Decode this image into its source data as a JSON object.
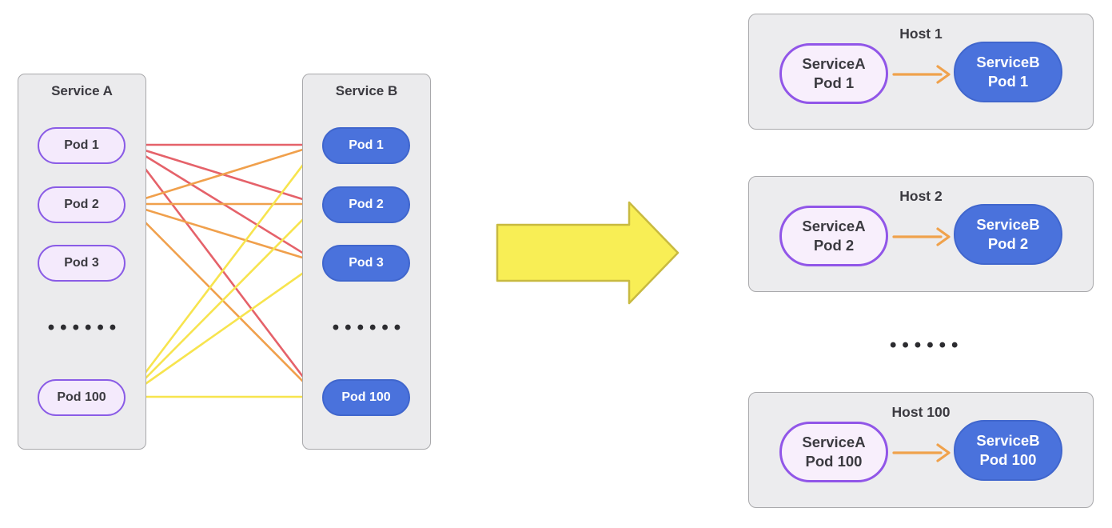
{
  "service_a": {
    "title": "Service A",
    "pods": [
      "Pod 1",
      "Pod 2",
      "Pod 3",
      "Pod 100"
    ],
    "ellipsis": "••••••"
  },
  "service_b": {
    "title": "Service B",
    "pods": [
      "Pod 1",
      "Pod 2",
      "Pod 3",
      "Pod 100"
    ],
    "ellipsis": "••••••"
  },
  "hosts": {
    "ellipsis": "••••••",
    "items": [
      {
        "title": "Host 1",
        "pod_a": {
          "service": "ServiceA",
          "pod": "Pod 1"
        },
        "pod_b": {
          "service": "ServiceB",
          "pod": "Pod 1"
        }
      },
      {
        "title": "Host 2",
        "pod_a": {
          "service": "ServiceA",
          "pod": "Pod 2"
        },
        "pod_b": {
          "service": "ServiceB",
          "pod": "Pod 2"
        }
      },
      {
        "title": "Host 100",
        "pod_a": {
          "service": "ServiceA",
          "pod": "Pod 100"
        },
        "pod_b": {
          "service": "ServiceB",
          "pod": "Pod 100"
        }
      }
    ]
  },
  "colors": {
    "panel_fill": "#ebebed",
    "panel_border": "#a8a8ab",
    "pod_a_fill": "#f4eafc",
    "pod_a_border": "#8a5ce6",
    "pod_b_fill": "#4a72dc",
    "edge_from_pod1": "#e5626a",
    "edge_from_pod2": "#f0a04c",
    "edge_from_pod100": "#f7e44e",
    "big_arrow_fill": "#f8ee55",
    "big_arrow_stroke": "#c8ba40",
    "host_arrow": "#f0a24c",
    "text_dark": "#3b3a40"
  },
  "connections": {
    "edges": [
      {
        "from": "a-pod-1",
        "to": "b-pod-1",
        "color": "#e5626a"
      },
      {
        "from": "a-pod-1",
        "to": "b-pod-2",
        "color": "#e5626a"
      },
      {
        "from": "a-pod-1",
        "to": "b-pod-3",
        "color": "#e5626a"
      },
      {
        "from": "a-pod-1",
        "to": "b-pod-100",
        "color": "#e5626a"
      },
      {
        "from": "a-pod-2",
        "to": "b-pod-1",
        "color": "#f0a04c"
      },
      {
        "from": "a-pod-2",
        "to": "b-pod-2",
        "color": "#f0a04c"
      },
      {
        "from": "a-pod-2",
        "to": "b-pod-3",
        "color": "#f0a04c"
      },
      {
        "from": "a-pod-2",
        "to": "b-pod-100",
        "color": "#f0a04c"
      },
      {
        "from": "a-pod-100",
        "to": "b-pod-1",
        "color": "#f7e44e"
      },
      {
        "from": "a-pod-100",
        "to": "b-pod-2",
        "color": "#f7e44e"
      },
      {
        "from": "a-pod-100",
        "to": "b-pod-3",
        "color": "#f7e44e"
      },
      {
        "from": "a-pod-100",
        "to": "b-pod-100",
        "color": "#f7e44e"
      }
    ]
  }
}
